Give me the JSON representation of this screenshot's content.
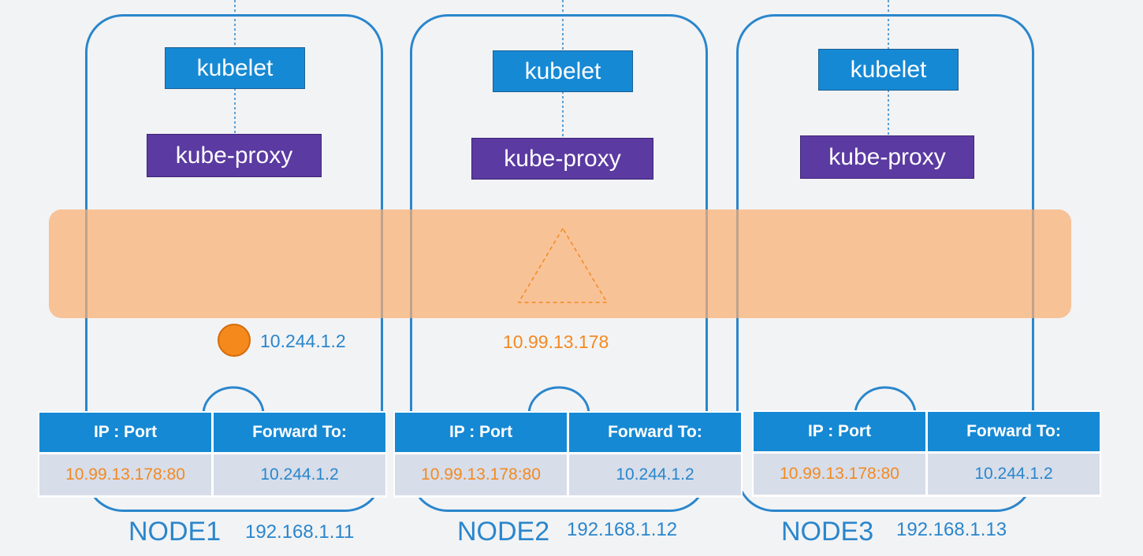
{
  "nodes": [
    {
      "kubelet_label": "kubelet",
      "kube_proxy_label": "kube-proxy",
      "name": "NODE1",
      "ip": "192.168.1.11",
      "pod_ip": "10.244.1.2",
      "table": {
        "header_ip_port": "IP : Port",
        "header_forward": "Forward To:",
        "ip_port": "10.99.13.178:80",
        "forward_to": "10.244.1.2"
      }
    },
    {
      "kubelet_label": "kubelet",
      "kube_proxy_label": "kube-proxy",
      "name": "NODE2",
      "ip": "192.168.1.12",
      "table": {
        "header_ip_port": "IP : Port",
        "header_forward": "Forward To:",
        "ip_port": "10.99.13.178:80",
        "forward_to": "10.244.1.2"
      }
    },
    {
      "kubelet_label": "kubelet",
      "kube_proxy_label": "kube-proxy",
      "name": "NODE3",
      "ip": "192.168.1.13",
      "table": {
        "header_ip_port": "IP : Port",
        "header_forward": "Forward To:",
        "ip_port": "10.99.13.178:80",
        "forward_to": "10.244.1.2"
      }
    }
  ],
  "service": {
    "ip": "10.99.13.178"
  },
  "colors": {
    "node_border": "#2a86cc",
    "kubelet": "#1689d4",
    "kube_proxy": "#5b3aa1",
    "service_band": "#faaf73",
    "pod": "#f5891c",
    "service_ip_text": "#f28a22",
    "table_header": "#1689d4",
    "table_row": "#d7dde9"
  }
}
